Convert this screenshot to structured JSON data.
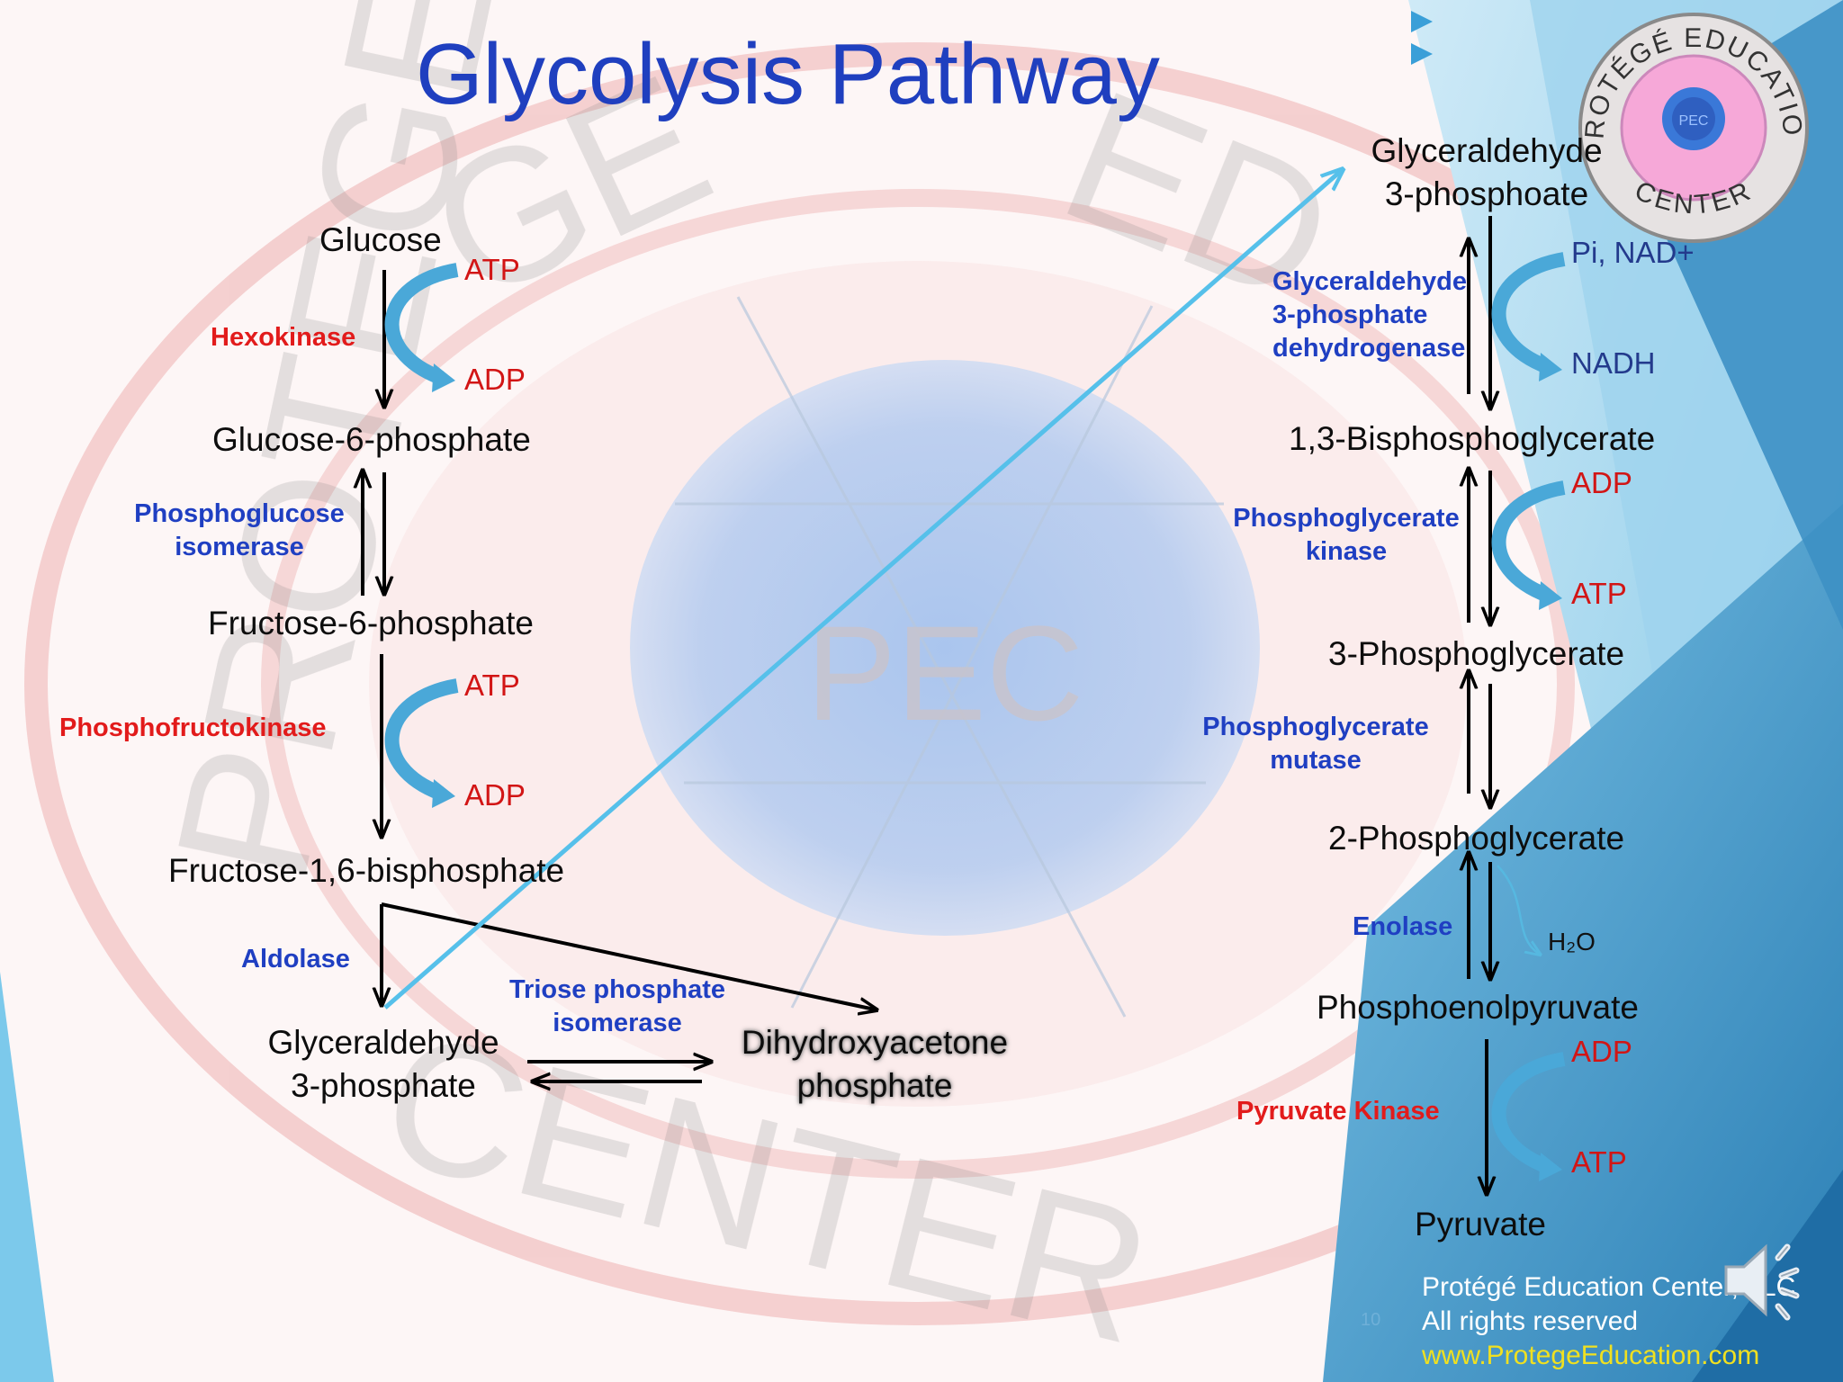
{
  "slide": {
    "title": "Glycolysis Pathway",
    "page_number": "10"
  },
  "watermark": {
    "text": "PEC",
    "ring_words": [
      "PROTÉGÉ",
      "EDUCATION",
      "CENTER"
    ]
  },
  "logo": {
    "text_top": "PROTÉGÉ EDUCATION",
    "text_bottom": "CENTER",
    "center": "PEC"
  },
  "colors": {
    "title": "#1f3fbf",
    "enzyme_blue": "#1f3fc2",
    "enzyme_red": "#e21b1b",
    "cofactor_red": "#d21515",
    "cofactor_navy": "#233a8c",
    "curved_arrow": "#4aa8d8",
    "link_arrow": "#56c0ea"
  },
  "left": {
    "glucose": "Glucose",
    "glucose_6_phosphate": "Glucose-6-phosphate",
    "fructose_6_phosphate": "Fructose-6-phosphate",
    "fructose_1_6_bisphosphate": "Fructose-1,6-bisphosphate",
    "glyceraldehyde_3_phosphate_line1": "Glyceraldehyde",
    "glyceraldehyde_3_phosphate_line2": "3-phosphate",
    "dhap_line1": "Dihydroxyacetone",
    "dhap_line2": "phosphate",
    "hexokinase": "Hexokinase",
    "phosphoglucose_isomerase_line1": "Phosphoglucose",
    "phosphoglucose_isomerase_line2": "isomerase",
    "phosphofructokinase": "Phosphofructokinase",
    "aldolase": "Aldolase",
    "triose_line1": "Triose phosphate",
    "triose_line2": "isomerase",
    "hex_in": "ATP",
    "hex_out": "ADP",
    "pfk_in": "ATP",
    "pfk_out": "ADP"
  },
  "right": {
    "g3p_line1": "Glyceraldehyde",
    "g3p_line2": "3-phosphoate",
    "bpg": "1,3-Bisphosphoglycerate",
    "pg3": "3-Phosphoglycerate",
    "pg2": "2-Phosphoglycerate",
    "pep": "Phosphoenolpyruvate",
    "pyruvate": "Pyruvate",
    "gapdh_line1": "Glyceraldehyde",
    "gapdh_line2": "3-phosphate",
    "gapdh_line3": "dehydrogenase",
    "pgk_line1": "Phosphoglycerate",
    "pgk_line2": "kinase",
    "pgm_line1": "Phosphoglycerate",
    "pgm_line2": "mutase",
    "enolase": "Enolase",
    "pyruvate_kinase": "Pyruvate Kinase",
    "gapdh_in": "Pi, NAD+",
    "gapdh_out": "NADH",
    "pgk_in": "ADP",
    "pgk_out": "ATP",
    "enolase_out": "H₂O",
    "pk_in": "ADP",
    "pk_out": "ATP"
  },
  "footer": {
    "line1": "Protégé Education Center, LLC",
    "line2": "All rights reserved",
    "url": "www.ProtegeEducation.com"
  }
}
